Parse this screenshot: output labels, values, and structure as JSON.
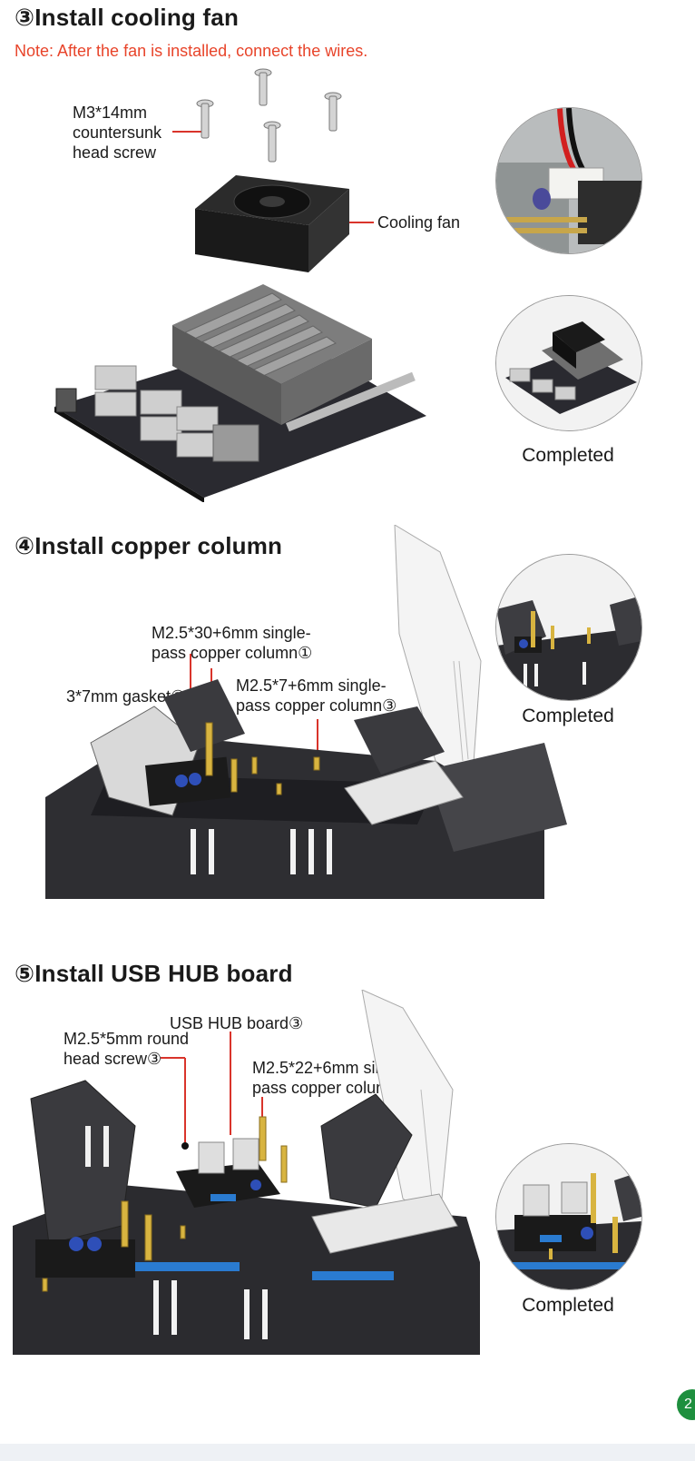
{
  "sections": [
    {
      "title": "③Install cooling fan",
      "note": "Note: After the fan is installed, connect the wires.",
      "labels": {
        "screw_line1": "M3*14mm",
        "screw_line2": "countersunk",
        "screw_line3": "head screw",
        "fan": "Cooling fan"
      },
      "completed": "Completed"
    },
    {
      "title": "④Install copper column",
      "labels": {
        "col1_line1": "M2.5*30+6mm single-",
        "col1_line2": "pass copper column①",
        "gasket": "3*7mm gasket①",
        "col2_line1": "M2.5*7+6mm single-",
        "col2_line2": "pass copper column③"
      },
      "completed": "Completed"
    },
    {
      "title": "⑤Install USB HUB board",
      "labels": {
        "hub": "USB HUB board③",
        "screw_line1": "M2.5*5mm round",
        "screw_line2": "head screw③",
        "col_line1": "M2.5*22+6mm single-",
        "col_line2": "pass copper column①"
      },
      "completed": "Completed"
    }
  ],
  "page_badge": "2",
  "colors": {
    "accent_red": "#e8442a",
    "leader_red": "#d9342b",
    "badge_green": "#1e8f3e"
  }
}
